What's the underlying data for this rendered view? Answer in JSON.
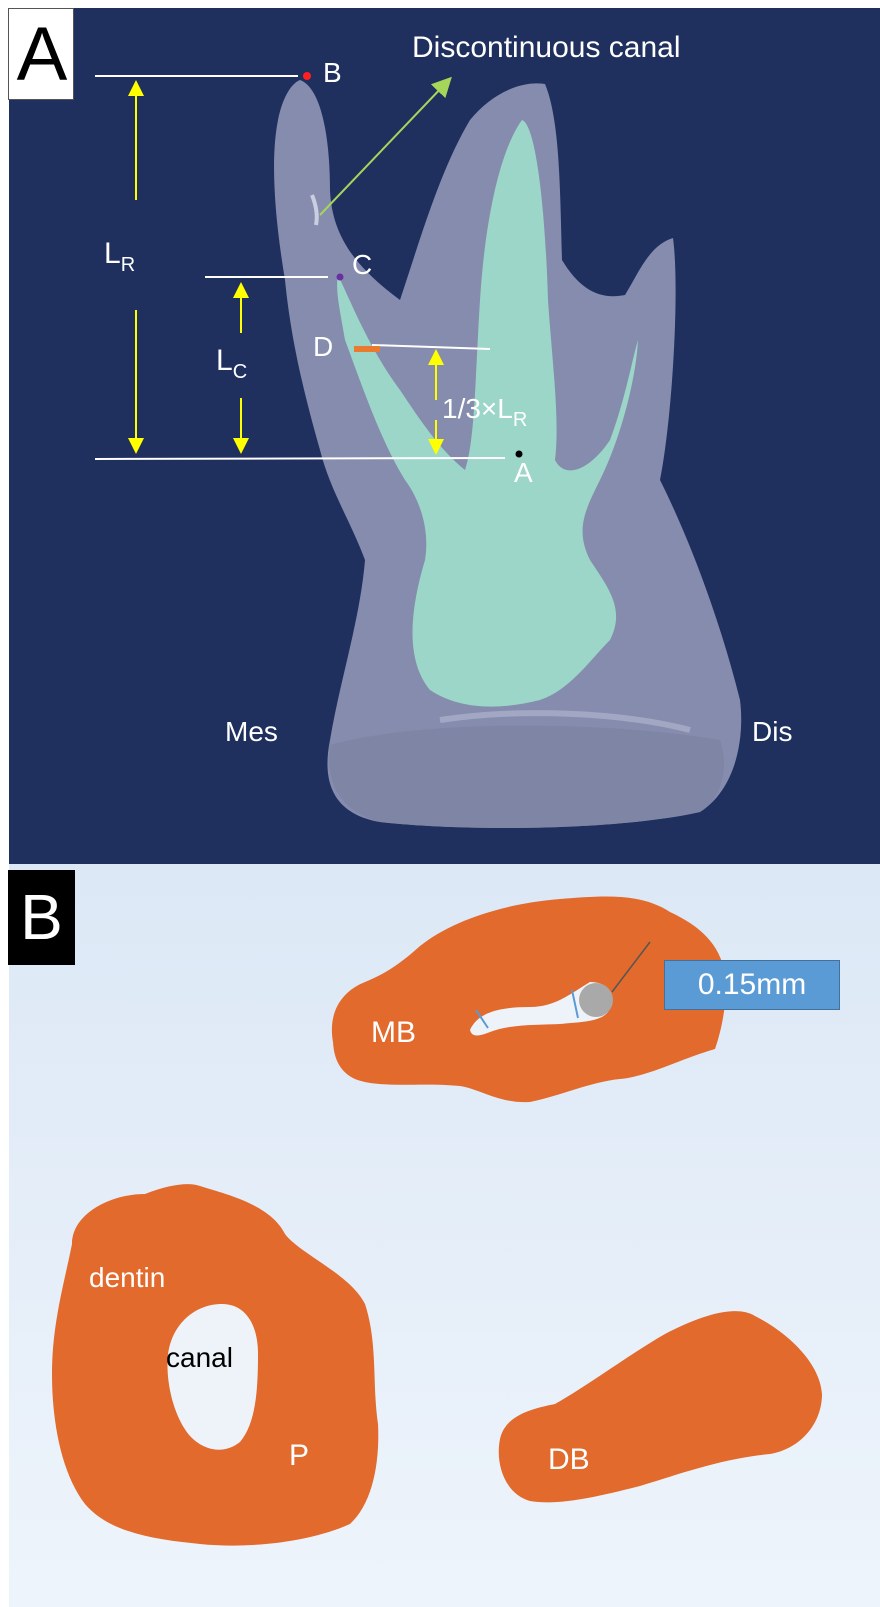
{
  "panel_a": {
    "letter": "A",
    "title_annotation": "Discontinuous canal",
    "points": {
      "b": "B",
      "c": "C",
      "d": "D",
      "a": "A"
    },
    "lengths": {
      "lr_main": "L",
      "lr_sub": "R",
      "lc_main": "L",
      "lc_sub": "C",
      "third_prefix": "1/3×L",
      "third_sub": "R"
    },
    "orientation": {
      "mesial": "Mes",
      "distal": "Dis"
    },
    "colors": {
      "background": "#1f2f5e",
      "tooth": "#8e95b4",
      "canal": "#9fe3cc",
      "guide_lines": "#ffffff",
      "arrows": "#ffff00",
      "pointer": "#a5d65a",
      "marker_d": "#e97a2e"
    }
  },
  "panel_b": {
    "letter": "B",
    "callout": "0.15mm",
    "sections": {
      "mb": "MB",
      "p": "P",
      "db": "DB"
    },
    "labels": {
      "dentin": "dentin",
      "canal": "canal"
    },
    "colors": {
      "background": "#e4eef8",
      "dentin": "#e26a2c",
      "callout": "#5b9bd5"
    }
  }
}
